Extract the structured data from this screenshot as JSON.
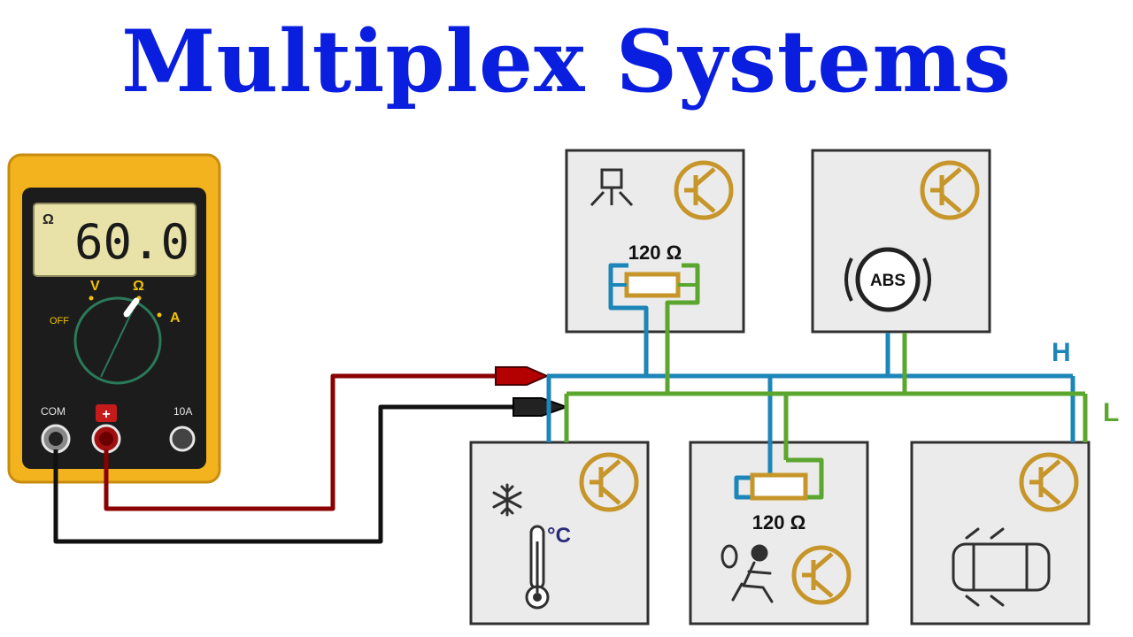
{
  "title": "Multiplex Systems",
  "multimeter": {
    "display_value": "60.0",
    "display_unit": "Ω",
    "dial_labels": {
      "v": "V",
      "ohm": "Ω",
      "off": "OFF",
      "a": "A"
    },
    "ports": {
      "com": "COM",
      "plus": "+",
      "ten_a": "10A"
    }
  },
  "bus": {
    "high_label": "H",
    "low_label": "L"
  },
  "modules": {
    "lighting": {
      "resistor_label": "120 Ω"
    },
    "abs": {
      "badge_label": "ABS"
    },
    "climate": {
      "temp_unit": "°C"
    },
    "airbag": {
      "resistor_label": "120 Ω"
    },
    "body": {}
  },
  "colors": {
    "title": "#0a1ee0",
    "can_high": "#1d86b8",
    "can_low": "#5aa62e",
    "probe_red": "#8b0000",
    "probe_black": "#111111",
    "meter_case": "#f3b31e",
    "lcd": "#e9e2a8",
    "transistor": "#c7962a",
    "resistor": "#c7962a"
  }
}
